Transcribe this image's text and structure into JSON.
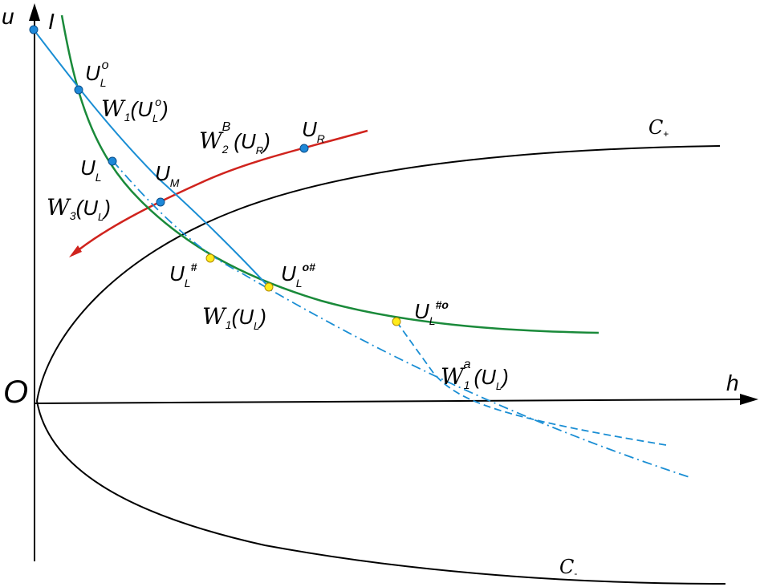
{
  "axes": {
    "u_label": "u",
    "h_label": "h",
    "origin_label": "O",
    "I_label": "I"
  },
  "curves": {
    "c_plus": {
      "label": "C",
      "sub": "+"
    },
    "c_minus": {
      "label": "C",
      "sub": "-"
    }
  },
  "points": {
    "UL0": {
      "main": "U",
      "sub": "L",
      "sup": "o"
    },
    "UL": {
      "main": "U",
      "sub": "L"
    },
    "UM": {
      "main": "U",
      "sub": "M"
    },
    "UR": {
      "main": "U",
      "sub": "R"
    },
    "ULhash": {
      "main": "U",
      "sub": "L",
      "sup": "#"
    },
    "ULohash": {
      "main": "U",
      "sub": "L",
      "sup": "o#"
    },
    "ULhasho": {
      "main": "U",
      "sub": "L",
      "sup": "#o"
    }
  },
  "wave_labels": {
    "W1_UL0": {
      "script": "W",
      "sub": "1",
      "arg_open": "(U",
      "arg_sub": "L",
      "arg_sup": "o",
      "arg_close": ")"
    },
    "W2B_UR": {
      "script": "W",
      "sub": "2",
      "sup": "B",
      "arg_open": "(U",
      "arg_sub": "R",
      "arg_close": ")"
    },
    "W3_UL": {
      "script": "W",
      "sub": "3",
      "arg_open": "(U",
      "arg_sub": "L",
      "arg_close": ")"
    },
    "W1_UL": {
      "script": "W",
      "sub": "1",
      "arg_open": "(U",
      "arg_sub": "L",
      "arg_close": ")"
    },
    "W1a_UL": {
      "script": "W",
      "sub": "1",
      "sup": "a",
      "arg_open": "(U",
      "arg_sub": "L",
      "arg_close": ")"
    }
  },
  "colors": {
    "axis": "#000000",
    "black_curve": "#000000",
    "green_curve": "#1a8a3a",
    "blue_curve": "#1a8ed4",
    "red_curve": "#d0231d",
    "blue_point": "#1e88d8",
    "yellow_point": "#ffeb1a"
  }
}
